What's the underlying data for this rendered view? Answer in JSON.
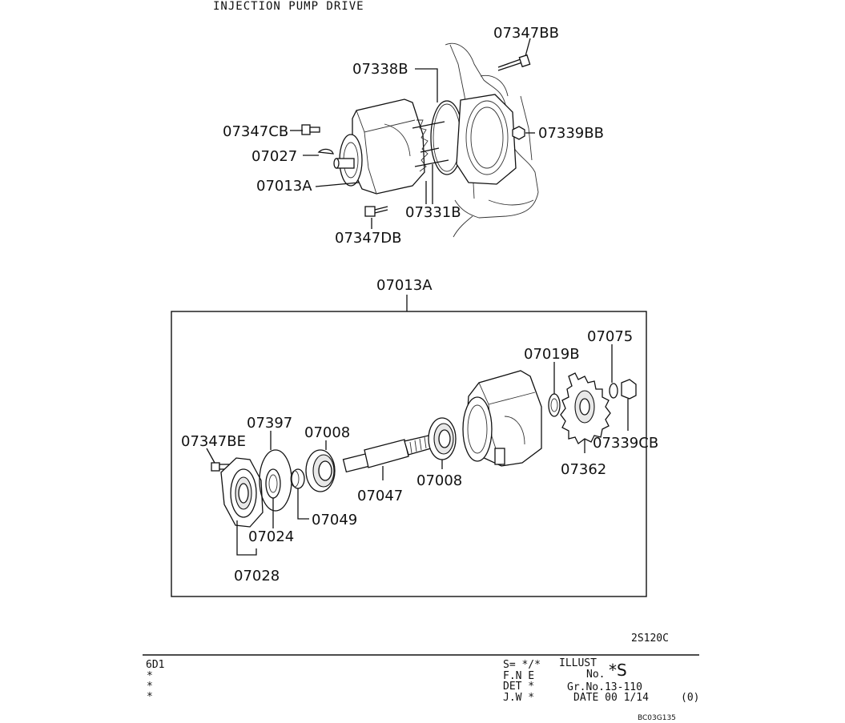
{
  "title": "INJECTION PUMP DRIVE",
  "callouts": {
    "p07347BB": "07347BB",
    "p07338B": "07338B",
    "p07347CB": "07347CB",
    "p07339BB": "07339BB",
    "p07027": "07027",
    "p07013A_top": "07013A",
    "p07331B": "07331B",
    "p07347DB": "07347DB",
    "p07013A_group": "07013A",
    "p07075": "07075",
    "p07019B": "07019B",
    "p07397": "07397",
    "p07008_a": "07008",
    "p07347BE": "07347BE",
    "p07339CB": "07339CB",
    "p07362": "07362",
    "p07047": "07047",
    "p07008_b": "07008",
    "p07049": "07049",
    "p07024": "07024",
    "p07028": "07028"
  },
  "figure_code": "2S120C",
  "footer": {
    "model": "6D1",
    "left_marks": [
      "*",
      "*",
      "*"
    ],
    "s_line": "S= */*",
    "fne": "F.N E",
    "det": "DET *",
    "jw": "J.W *",
    "illust": "ILLUST",
    "no": "No.",
    "illust_value": "*S",
    "grno": "Gr.No.13-110",
    "date": "DATE  00 1/14",
    "rev": "(0)"
  },
  "image_code": "BC03G135"
}
